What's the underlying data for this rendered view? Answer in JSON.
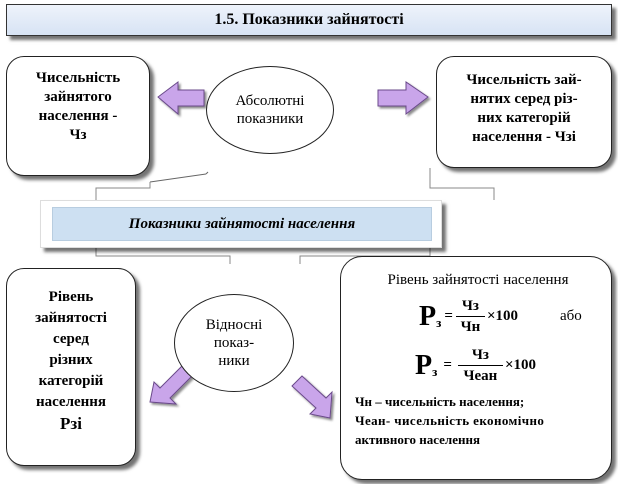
{
  "title": "1.5. Показники зайнятості",
  "top_left_box": {
    "line1": "Чисельність",
    "line2": "зайнятого",
    "line3": "населення -",
    "line4": "Чз"
  },
  "absolute_ellipse": {
    "line1": "Абсолютні",
    "line2": "показники"
  },
  "top_right_box": {
    "line1": "Чисельність зай-",
    "line2": "нятих серед різ-",
    "line3": "них категорій",
    "line4": "населення - Чзі"
  },
  "banner": "Показники зайнятості населення",
  "bottom_left_box": {
    "line1": "Рівень",
    "line2": "зайнятості",
    "line3": "серед",
    "line4": "різних",
    "line5": "категорій",
    "line6": "населення",
    "line7": "Рзі"
  },
  "relative_ellipse": {
    "line1": "Відносні",
    "line2": "показ-",
    "line3": "ники"
  },
  "formula_box": {
    "heading": "Рівень зайнятості населення",
    "f1_lhs": "Р",
    "f1_sub": "з",
    "f1_num": "Чз",
    "f1_den": "Чн",
    "f1_mult": "×100",
    "or_word": "або",
    "f2_lhs": "Р",
    "f2_sub": "з",
    "f2_num": "Чз",
    "f2_den": "Чеан",
    "f2_mult": "×100",
    "def1": "Чн – чисельність населення;",
    "def2": "Чеан- чисельність економічно",
    "def3": "активного населення"
  },
  "colors": {
    "arrow_fill": "#c9a5ea",
    "arrow_stroke": "#6a4a8a",
    "banner_bg": "#cde0f2"
  }
}
